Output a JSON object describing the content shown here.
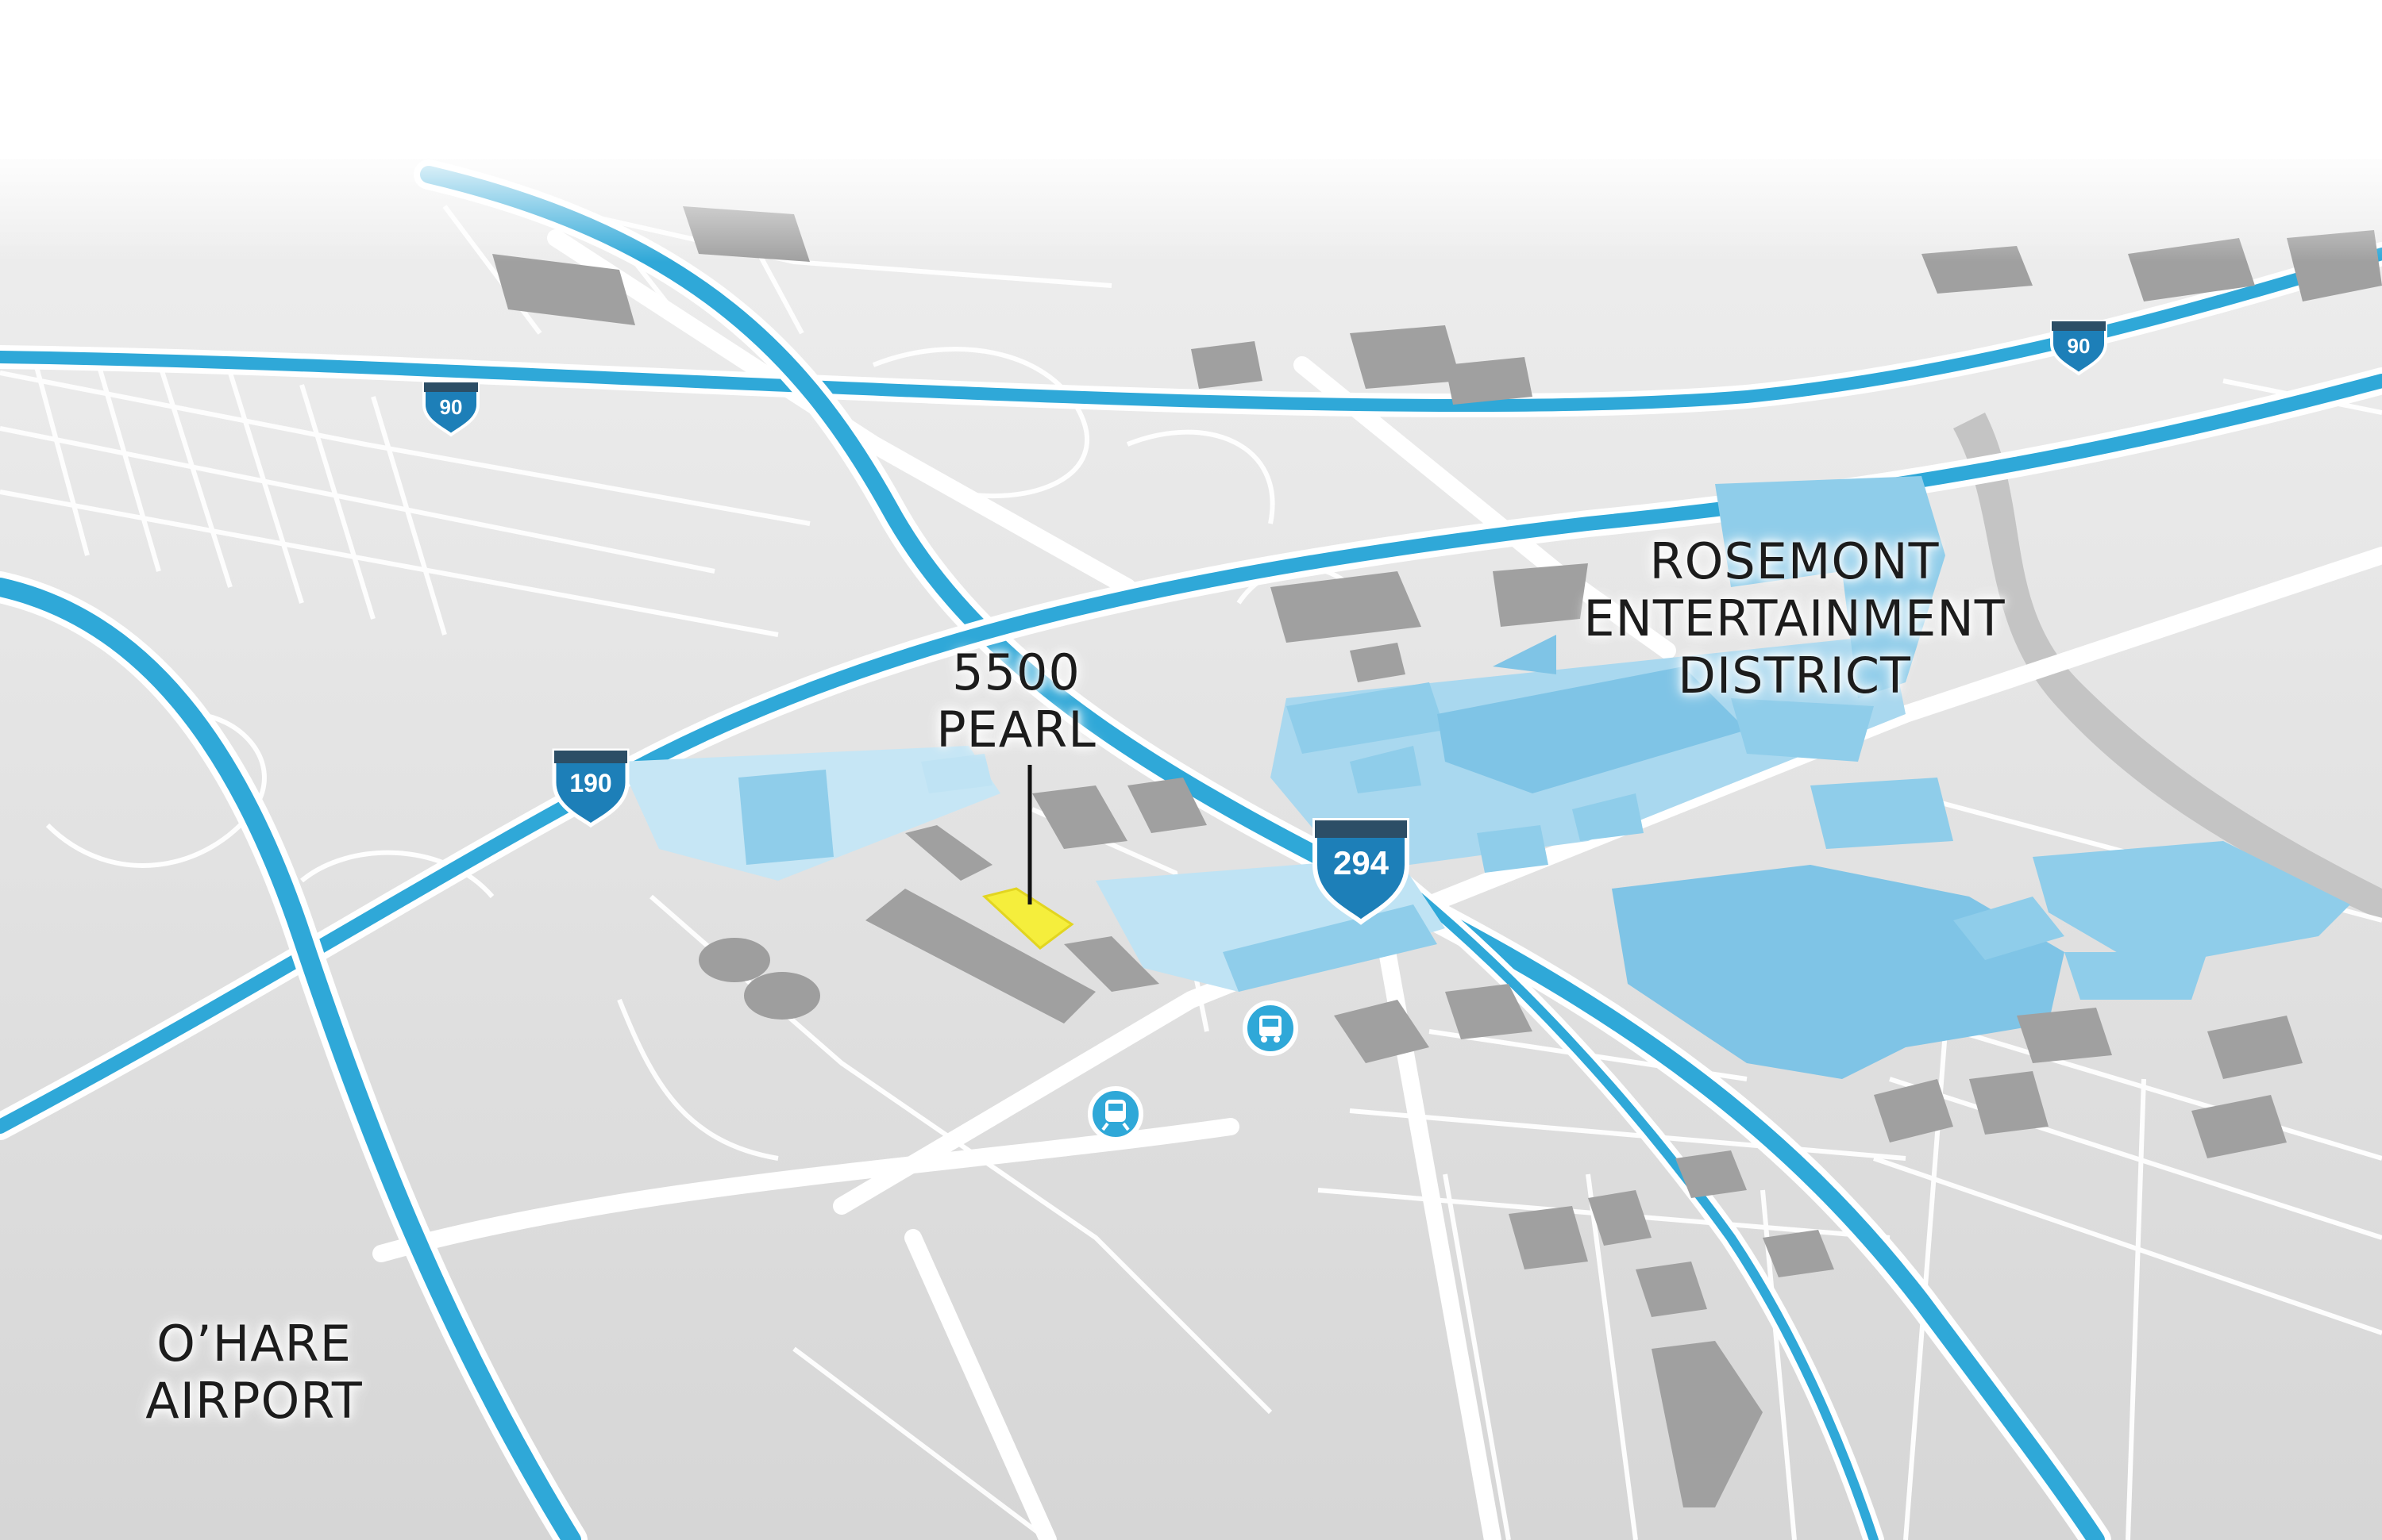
{
  "labels": {
    "site": {
      "line1": "5500",
      "line2": "PEARL"
    },
    "rosemont": {
      "line1": "ROSEMONT",
      "line2": "ENTERTAINMENT",
      "line3": "DISTRICT"
    },
    "ohare": {
      "line1": "O’HARE",
      "line2": "AIRPORT"
    }
  },
  "shields": {
    "i90_west": "90",
    "i90_east": "90",
    "i190": "190",
    "i294": "294"
  },
  "icons": {
    "bus_stop": "bus-icon",
    "train_station": "train-icon"
  },
  "colors": {
    "highway": "#2fa8d8",
    "highlight_blue": "#8fcdea",
    "highlight_light": "#bfe3f4",
    "site_yellow": "#f5ee3c",
    "building_gray": "#9a9a9a",
    "background": "#d9d9d9",
    "shield_blue": "#1d7fb8",
    "shield_top": "#2c4e66"
  }
}
